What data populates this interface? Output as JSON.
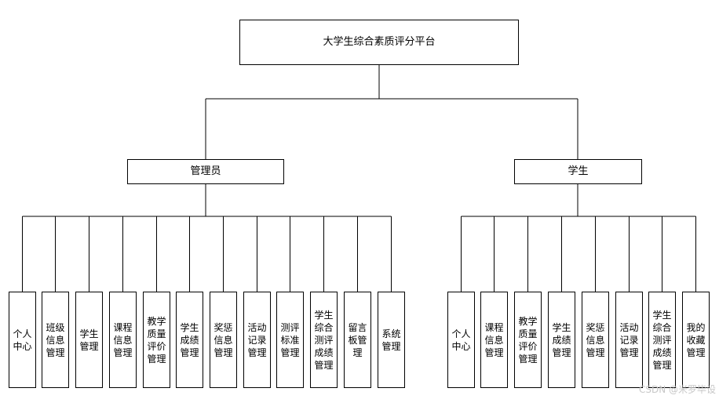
{
  "root": {
    "label": "大学生综合素质评分平台"
  },
  "roles": [
    {
      "label": "管理员",
      "modules": [
        {
          "label": "个人中心"
        },
        {
          "label": "班级信息管理"
        },
        {
          "label": "学生管理"
        },
        {
          "label": "课程信息管理"
        },
        {
          "label": "教学质量评价管理"
        },
        {
          "label": "学生成绩管理"
        },
        {
          "label": "奖惩信息管理"
        },
        {
          "label": "活动记录管理"
        },
        {
          "label": "测评标准管理"
        },
        {
          "label": "学生综合测评成绩管理"
        },
        {
          "label": "留言板管理"
        },
        {
          "label": "系统管理"
        }
      ]
    },
    {
      "label": "学生",
      "modules": [
        {
          "label": "个人中心"
        },
        {
          "label": "课程信息管理"
        },
        {
          "label": "教学质量评价管理"
        },
        {
          "label": "学生成绩管理"
        },
        {
          "label": "奖惩信息管理"
        },
        {
          "label": "活动记录管理"
        },
        {
          "label": "学生综合测评成绩管理"
        },
        {
          "label": "我的收藏管理"
        }
      ]
    }
  ],
  "watermark": "CSDN @米罗毕设"
}
